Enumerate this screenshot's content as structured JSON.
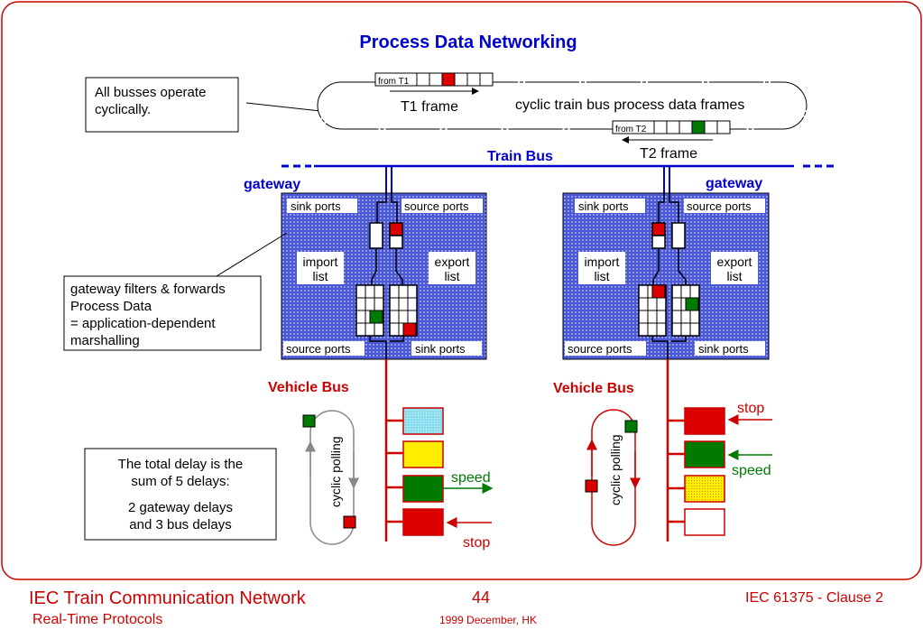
{
  "title": "Process Data Networking",
  "callouts": {
    "busses": [
      "All busses operate",
      "cyclically."
    ],
    "gateway_filters": [
      "gateway filters & forwards",
      "Process Data",
      "=  application-dependent",
      "marshalling"
    ],
    "delay": [
      "The total delay is the",
      "sum of 5 delays:",
      "2 gateway delays",
      "and 3 bus delays"
    ]
  },
  "train_bus": {
    "label": "Train Bus",
    "frames_caption": "cyclic train bus process data frames",
    "t1_tag": "from T1",
    "t1_label": "T1 frame",
    "t2_tag": "from T2",
    "t2_label": "T2 frame"
  },
  "gateway_left": {
    "label": "gateway",
    "sink_ports_top": "sink ports",
    "source_ports_top": "source ports",
    "import_list": [
      "import",
      "list"
    ],
    "export_list": [
      "export",
      "list"
    ],
    "source_ports_bottom": "source ports",
    "sink_ports_bottom": "sink ports"
  },
  "gateway_right": {
    "label": "gateway",
    "sink_ports_top": "sink ports",
    "source_ports_top": "source ports",
    "import_list": [
      "import",
      "list"
    ],
    "export_list": [
      "export",
      "list"
    ],
    "source_ports_bottom": "source ports",
    "sink_ports_bottom": "sink ports"
  },
  "vehicle_left": {
    "label": "Vehicle Bus",
    "polling": "cyclic polling",
    "speed": "speed",
    "stop": "stop"
  },
  "vehicle_right": {
    "label": "Vehicle Bus",
    "polling": "cyclic polling",
    "speed": "speed",
    "stop": "stop"
  },
  "footer": {
    "network": "IEC Train Communication Network",
    "subtitle": "Real-Time Protocols",
    "page": "44",
    "date": "1999 December, HK",
    "clause": "IEC 61375 - Clause 2"
  },
  "colors": {
    "title_blue": "#0000cc",
    "bus_red": "#cc0000",
    "gateway_fill": "#4a58d6",
    "port_red": "#dd0000",
    "port_green": "#007a00",
    "device_yellow": "#ffee00",
    "device_cyan": "#88ddee"
  }
}
